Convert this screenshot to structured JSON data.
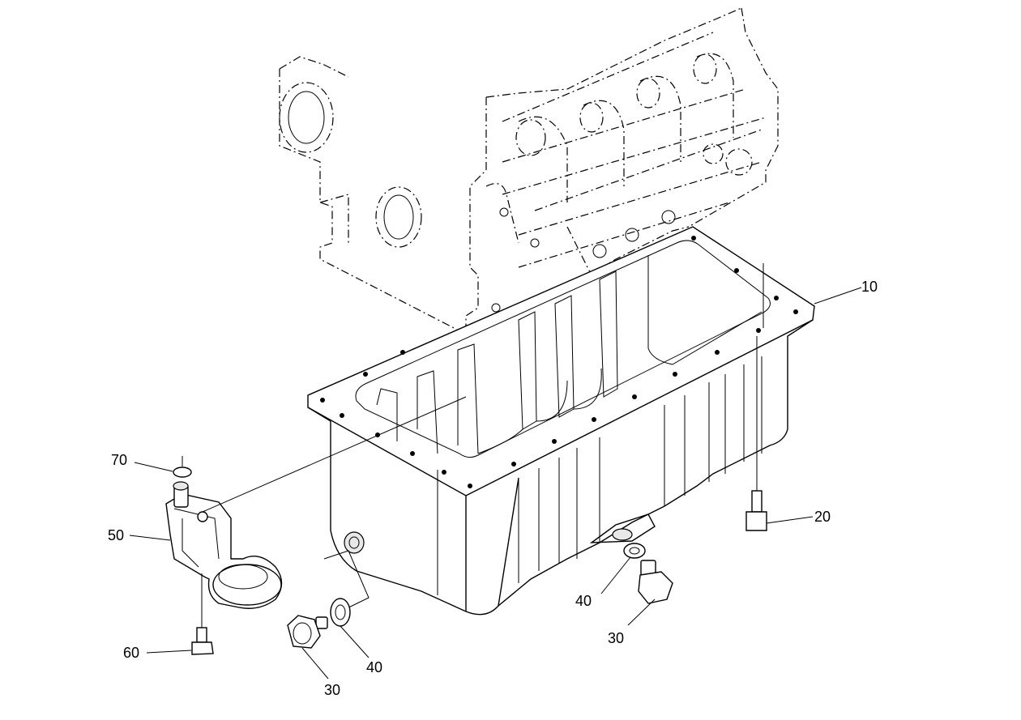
{
  "callouts": {
    "c10": "10",
    "c20": "20",
    "c30a": "30",
    "c30b": "30",
    "c40a": "40",
    "c40b": "40",
    "c50": "50",
    "c60": "60",
    "c70": "70"
  }
}
